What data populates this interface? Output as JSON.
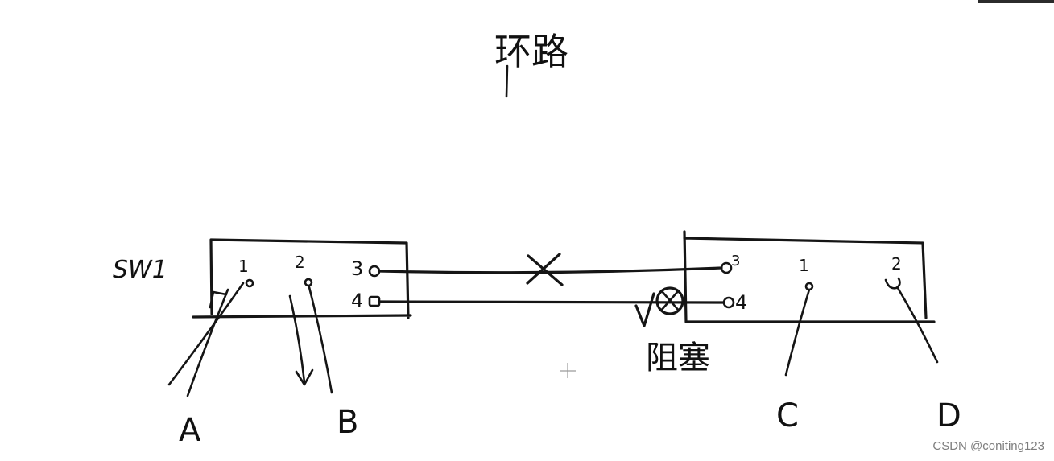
{
  "title": "环路",
  "switch_left_label": "SW1",
  "switch_left_ports": [
    "1",
    "2",
    "3",
    "4"
  ],
  "switch_right_ports": [
    "3",
    "1",
    "2",
    "4"
  ],
  "blocked_label": "阻塞",
  "hosts": [
    "A",
    "B",
    "C",
    "D"
  ],
  "watermark": "CSDN @coniting123",
  "colors": {
    "ink": "#151515",
    "background": "#ffffff",
    "watermark": "#7d7d7d"
  }
}
